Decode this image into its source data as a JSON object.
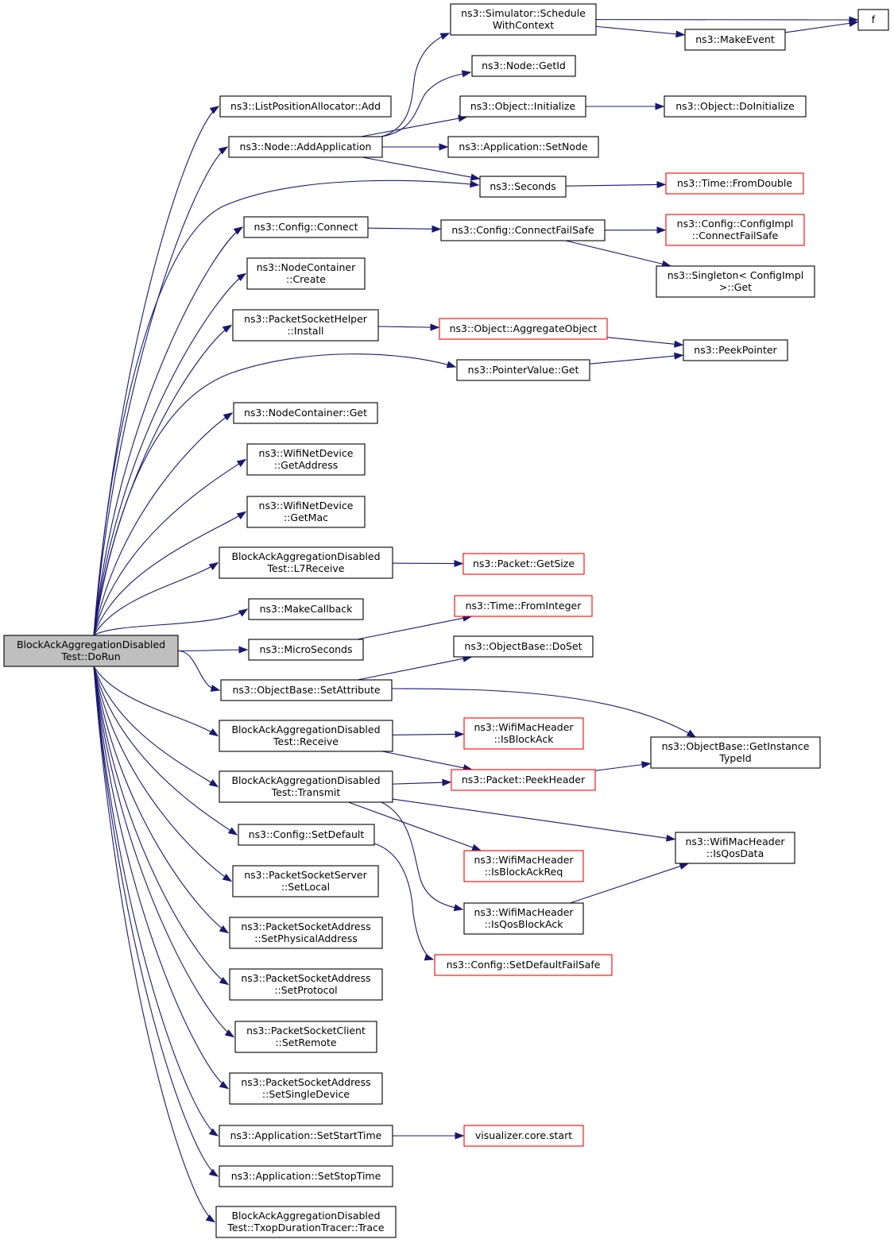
{
  "colors": {
    "edge": "#191970",
    "box_border": "#000000",
    "box_fill": "#ffffff",
    "root_fill": "#bfbfbf",
    "external_border": "#ff0000",
    "text": "#000000"
  },
  "nodes": [
    {
      "id": "root",
      "lines": [
        "BlockAckAggregationDisabled",
        "Test::DoRun"
      ],
      "kind": "root"
    },
    {
      "id": "schedule",
      "lines": [
        "ns3::Simulator::Schedule",
        "WithContext"
      ],
      "kind": "normal"
    },
    {
      "id": "f",
      "lines": [
        "f"
      ],
      "kind": "normal"
    },
    {
      "id": "makeevent",
      "lines": [
        "ns3::MakeEvent"
      ],
      "kind": "normal"
    },
    {
      "id": "getid",
      "lines": [
        "ns3::Node::GetId"
      ],
      "kind": "normal"
    },
    {
      "id": "listpos",
      "lines": [
        "ns3::ListPositionAllocator::Add"
      ],
      "kind": "normal"
    },
    {
      "id": "objinit",
      "lines": [
        "ns3::Object::Initialize"
      ],
      "kind": "normal"
    },
    {
      "id": "doinit",
      "lines": [
        "ns3::Object::DoInitialize"
      ],
      "kind": "normal"
    },
    {
      "id": "addapp",
      "lines": [
        "ns3::Node::AddApplication"
      ],
      "kind": "normal"
    },
    {
      "id": "setnode",
      "lines": [
        "ns3::Application::SetNode"
      ],
      "kind": "normal"
    },
    {
      "id": "seconds",
      "lines": [
        "ns3::Seconds"
      ],
      "kind": "normal"
    },
    {
      "id": "fromdouble",
      "lines": [
        "ns3::Time::FromDouble"
      ],
      "kind": "external"
    },
    {
      "id": "cfgconnect",
      "lines": [
        "ns3::Config::Connect"
      ],
      "kind": "normal"
    },
    {
      "id": "connectfs",
      "lines": [
        "ns3::Config::ConnectFailSafe"
      ],
      "kind": "normal"
    },
    {
      "id": "cfgimplcfs",
      "lines": [
        "ns3::Config::ConfigImpl",
        "::ConnectFailSafe"
      ],
      "kind": "external"
    },
    {
      "id": "singleton",
      "lines": [
        "ns3::Singleton< ConfigImpl",
        ">::Get"
      ],
      "kind": "normal"
    },
    {
      "id": "nccreate",
      "lines": [
        "ns3::NodeContainer",
        "::Create"
      ],
      "kind": "normal"
    },
    {
      "id": "pshinstall",
      "lines": [
        "ns3::PacketSocketHelper",
        "::Install"
      ],
      "kind": "normal"
    },
    {
      "id": "aggobj",
      "lines": [
        "ns3::Object::AggregateObject"
      ],
      "kind": "external"
    },
    {
      "id": "peekptr",
      "lines": [
        "ns3::PeekPointer"
      ],
      "kind": "normal"
    },
    {
      "id": "ptrget",
      "lines": [
        "ns3::PointerValue::Get"
      ],
      "kind": "normal"
    },
    {
      "id": "ncget",
      "lines": [
        "ns3::NodeContainer::Get"
      ],
      "kind": "normal"
    },
    {
      "id": "getaddr",
      "lines": [
        "ns3::WifiNetDevice",
        "::GetAddress"
      ],
      "kind": "normal"
    },
    {
      "id": "getmac",
      "lines": [
        "ns3::WifiNetDevice",
        "::GetMac"
      ],
      "kind": "normal"
    },
    {
      "id": "l7recv",
      "lines": [
        "BlockAckAggregationDisabled",
        "Test::L7Receive"
      ],
      "kind": "normal"
    },
    {
      "id": "getsize",
      "lines": [
        "ns3::Packet::GetSize"
      ],
      "kind": "external"
    },
    {
      "id": "makecb",
      "lines": [
        "ns3::MakeCallback"
      ],
      "kind": "normal"
    },
    {
      "id": "fromint",
      "lines": [
        "ns3::Time::FromInteger"
      ],
      "kind": "external"
    },
    {
      "id": "micro",
      "lines": [
        "ns3::MicroSeconds"
      ],
      "kind": "normal"
    },
    {
      "id": "doset",
      "lines": [
        "ns3::ObjectBase::DoSet"
      ],
      "kind": "normal"
    },
    {
      "id": "setattr",
      "lines": [
        "ns3::ObjectBase::SetAttribute"
      ],
      "kind": "normal"
    },
    {
      "id": "recv",
      "lines": [
        "BlockAckAggregationDisabled",
        "Test::Receive"
      ],
      "kind": "normal"
    },
    {
      "id": "isblockack",
      "lines": [
        "ns3::WifiMacHeader",
        "::IsBlockAck"
      ],
      "kind": "external"
    },
    {
      "id": "getinst",
      "lines": [
        "ns3::ObjectBase::GetInstance",
        "TypeId"
      ],
      "kind": "normal"
    },
    {
      "id": "transmit",
      "lines": [
        "BlockAckAggregationDisabled",
        "Test::Transmit"
      ],
      "kind": "normal"
    },
    {
      "id": "peekhdr",
      "lines": [
        "ns3::Packet::PeekHeader"
      ],
      "kind": "external"
    },
    {
      "id": "setdefault",
      "lines": [
        "ns3::Config::SetDefault"
      ],
      "kind": "normal"
    },
    {
      "id": "isqosdata",
      "lines": [
        "ns3::WifiMacHeader",
        "::IsQosData"
      ],
      "kind": "normal"
    },
    {
      "id": "isbareq",
      "lines": [
        "ns3::WifiMacHeader",
        "::IsBlockAckReq"
      ],
      "kind": "external"
    },
    {
      "id": "psssetlocal",
      "lines": [
        "ns3::PacketSocketServer",
        "::SetLocal"
      ],
      "kind": "normal"
    },
    {
      "id": "isqosba",
      "lines": [
        "ns3::WifiMacHeader",
        "::IsQosBlockAck"
      ],
      "kind": "normal"
    },
    {
      "id": "setphys",
      "lines": [
        "ns3::PacketSocketAddress",
        "::SetPhysicalAddress"
      ],
      "kind": "normal"
    },
    {
      "id": "setdeffs",
      "lines": [
        "ns3::Config::SetDefaultFailSafe"
      ],
      "kind": "external"
    },
    {
      "id": "setproto",
      "lines": [
        "ns3::PacketSocketAddress",
        "::SetProtocol"
      ],
      "kind": "normal"
    },
    {
      "id": "setremote",
      "lines": [
        "ns3::PacketSocketClient",
        "::SetRemote"
      ],
      "kind": "normal"
    },
    {
      "id": "setsingle",
      "lines": [
        "ns3::PacketSocketAddress",
        "::SetSingleDevice"
      ],
      "kind": "normal"
    },
    {
      "id": "setstart",
      "lines": [
        "ns3::Application::SetStartTime"
      ],
      "kind": "normal"
    },
    {
      "id": "vizstart",
      "lines": [
        "visualizer.core.start"
      ],
      "kind": "external"
    },
    {
      "id": "setstop",
      "lines": [
        "ns3::Application::SetStopTime"
      ],
      "kind": "normal"
    },
    {
      "id": "trace",
      "lines": [
        "BlockAckAggregationDisabled",
        "Test::TxopDurationTracer::Trace"
      ],
      "kind": "normal"
    }
  ],
  "edges": [
    [
      "root",
      "listpos"
    ],
    [
      "root",
      "addapp"
    ],
    [
      "root",
      "seconds"
    ],
    [
      "root",
      "cfgconnect"
    ],
    [
      "root",
      "nccreate"
    ],
    [
      "root",
      "pshinstall"
    ],
    [
      "root",
      "ptrget"
    ],
    [
      "root",
      "ncget"
    ],
    [
      "root",
      "getaddr"
    ],
    [
      "root",
      "getmac"
    ],
    [
      "root",
      "l7recv"
    ],
    [
      "root",
      "makecb"
    ],
    [
      "root",
      "micro"
    ],
    [
      "root",
      "setattr"
    ],
    [
      "root",
      "recv"
    ],
    [
      "root",
      "transmit"
    ],
    [
      "root",
      "setdefault"
    ],
    [
      "root",
      "psssetlocal"
    ],
    [
      "root",
      "setphys"
    ],
    [
      "root",
      "setproto"
    ],
    [
      "root",
      "setremote"
    ],
    [
      "root",
      "setsingle"
    ],
    [
      "root",
      "setstart"
    ],
    [
      "root",
      "setstop"
    ],
    [
      "root",
      "trace"
    ],
    [
      "addapp",
      "schedule"
    ],
    [
      "addapp",
      "getid"
    ],
    [
      "addapp",
      "objinit"
    ],
    [
      "addapp",
      "setnode"
    ],
    [
      "addapp",
      "seconds"
    ],
    [
      "schedule",
      "f"
    ],
    [
      "schedule",
      "makeevent"
    ],
    [
      "makeevent",
      "f"
    ],
    [
      "objinit",
      "doinit"
    ],
    [
      "seconds",
      "fromdouble"
    ],
    [
      "cfgconnect",
      "connectfs"
    ],
    [
      "connectfs",
      "cfgimplcfs"
    ],
    [
      "connectfs",
      "singleton"
    ],
    [
      "pshinstall",
      "aggobj"
    ],
    [
      "aggobj",
      "peekptr"
    ],
    [
      "ptrget",
      "peekptr"
    ],
    [
      "l7recv",
      "getsize"
    ],
    [
      "micro",
      "fromint"
    ],
    [
      "setattr",
      "doset"
    ],
    [
      "setattr",
      "getinst"
    ],
    [
      "recv",
      "isblockack"
    ],
    [
      "recv",
      "peekhdr"
    ],
    [
      "peekhdr",
      "getinst"
    ],
    [
      "transmit",
      "peekhdr"
    ],
    [
      "transmit",
      "isqosdata"
    ],
    [
      "transmit",
      "isbareq"
    ],
    [
      "transmit",
      "isqosba"
    ],
    [
      "isqosba",
      "isqosdata"
    ],
    [
      "setdefault",
      "setdeffs"
    ],
    [
      "setstart",
      "vizstart"
    ]
  ]
}
